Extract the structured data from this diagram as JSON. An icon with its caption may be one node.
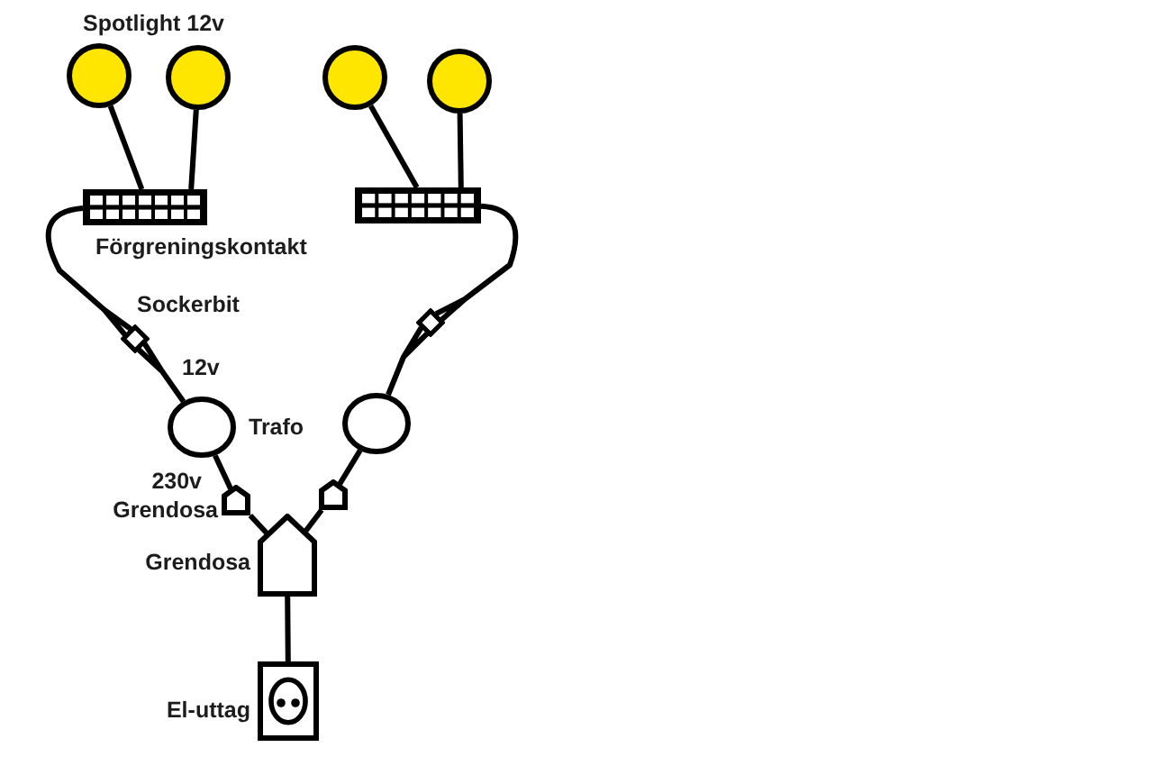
{
  "diagram": {
    "nodes": [
      {
        "text": [],
        "shape": "circle"
      },
      {
        "text": [],
        "shape": "circle"
      },
      {
        "text": [],
        "shape": "circle"
      },
      {
        "text": [],
        "shape": "circle"
      },
      {
        "text": [],
        "shape": "box",
        "beside": [
          "Förgreningskontakt"
        ]
      },
      {
        "text": [],
        "shape": "box"
      },
      {
        "text": [],
        "shape": "diamond",
        "beside": [
          "Sockerbit"
        ]
      },
      {
        "text": [],
        "shape": "diamond"
      },
      {
        "text": [],
        "shape": "circle",
        "beside": [
          "12v",
          "Trafo"
        ]
      },
      {
        "text": [],
        "shape": "circle"
      },
      {
        "text": [],
        "shape": "pentagon",
        "beside": [
          "230v",
          "Grendosa"
        ]
      },
      {
        "text": [],
        "shape": "pentagon"
      },
      {
        "text": [],
        "shape": "pentagon",
        "beside": [
          "Grendosa"
        ]
      },
      {
        "text": [],
        "shape": "picture",
        "beside": [
          "El-uttag"
        ]
      }
    ],
    "edges": [
      {
        "from": 0,
        "to": 4,
        "arrow": "none"
      },
      {
        "from": 1,
        "to": 4,
        "arrow": "none"
      },
      {
        "from": 2,
        "to": 5,
        "arrow": "none"
      },
      {
        "from": 3,
        "to": 5,
        "arrow": "none"
      },
      {
        "from": 4,
        "to": 6,
        "arrow": "none"
      },
      {
        "from": 6,
        "to": 8,
        "arrow": "none"
      },
      {
        "from": 5,
        "to": 7,
        "arrow": "none"
      },
      {
        "from": 7,
        "to": 9,
        "arrow": "none"
      },
      {
        "from": 8,
        "to": 10,
        "arrow": "none"
      },
      {
        "from": 9,
        "to": 11,
        "arrow": "none"
      },
      {
        "from": 10,
        "to": 12,
        "arrow": "none"
      },
      {
        "from": 11,
        "to": 12,
        "arrow": "none"
      },
      {
        "from": 12,
        "to": 13,
        "arrow": "none"
      }
    ],
    "labels": [
      "Spotlight 12v"
    ]
  }
}
